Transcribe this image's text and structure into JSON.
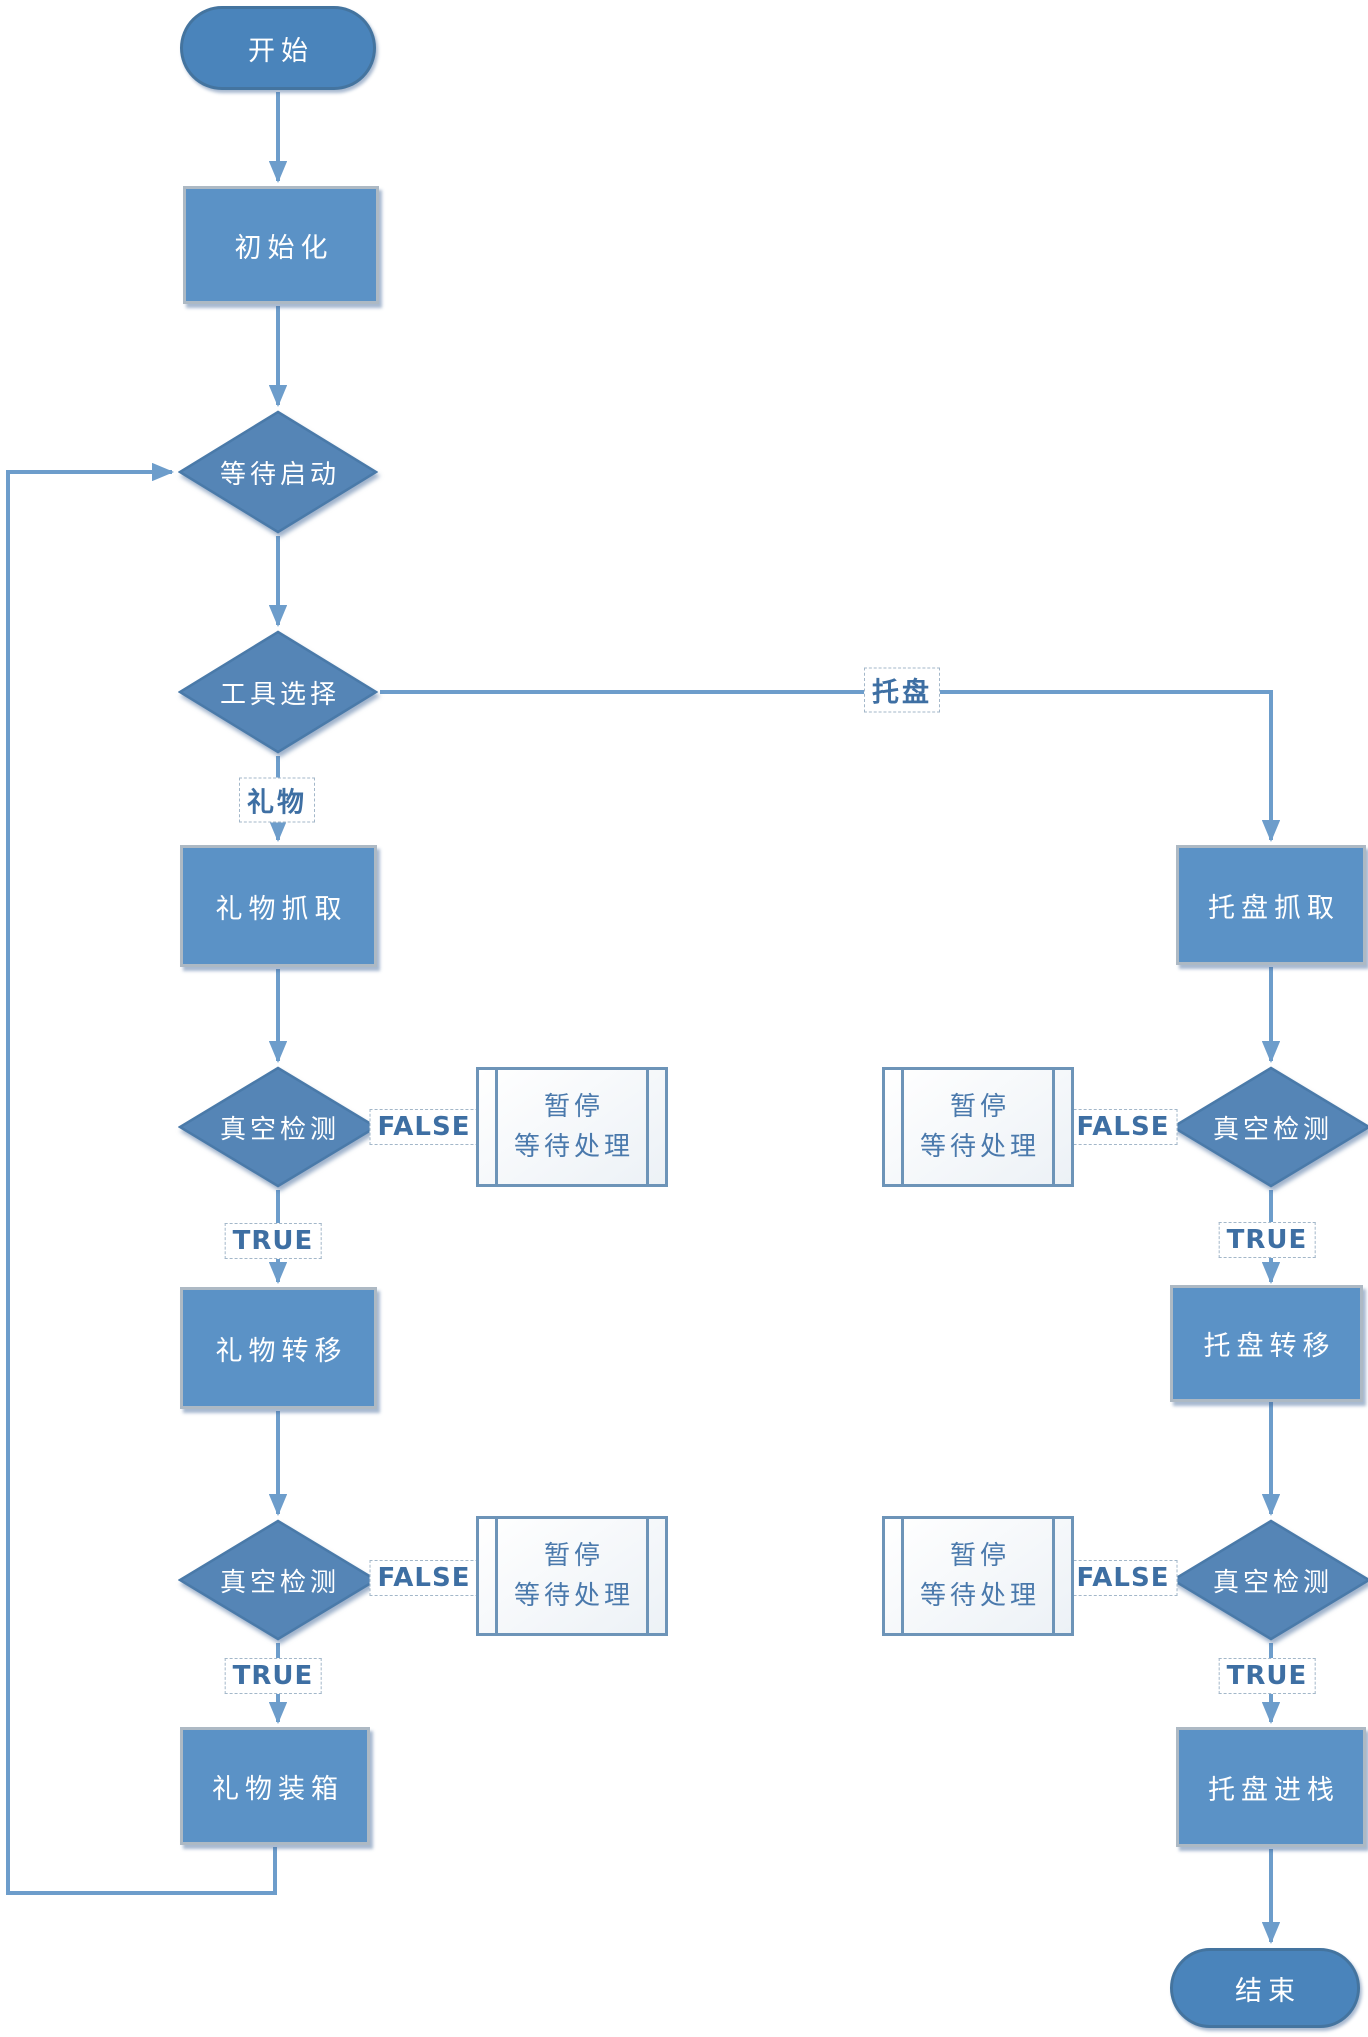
{
  "diagram_type": "flowchart",
  "nodes": {
    "start": {
      "label": "开始",
      "shape": "terminator"
    },
    "init": {
      "label": "初始化",
      "shape": "process"
    },
    "wait_start": {
      "label": "等待启动",
      "shape": "decision"
    },
    "tool_select": {
      "label": "工具选择",
      "shape": "decision"
    },
    "gift_grab": {
      "label": "礼物抓取",
      "shape": "process"
    },
    "gift_transfer": {
      "label": "礼物转移",
      "shape": "process"
    },
    "gift_packing": {
      "label": "礼物装箱",
      "shape": "process"
    },
    "tray_grab": {
      "label": "托盘抓取",
      "shape": "process"
    },
    "tray_transfer": {
      "label": "托盘转移",
      "shape": "process"
    },
    "tray_stack": {
      "label": "托盘进栈",
      "shape": "process"
    },
    "vacuum_check": {
      "label": "真空检测",
      "shape": "decision"
    },
    "pause": {
      "line1": "暂停",
      "line2": "等待处理",
      "shape": "predefined-process"
    },
    "end": {
      "label": "结束",
      "shape": "terminator"
    }
  },
  "edge_labels": {
    "gift_branch": "礼物",
    "tray_branch": "托盘",
    "true_label": "TRUE",
    "false_label": "FALSE"
  },
  "colors": {
    "process_fill": "#5B92C6",
    "decision_fill": "#5585B6",
    "terminator_fill": "#4A84BB",
    "shape_border_silver": "#ADB9C4",
    "terminator_border": "#44749F",
    "pause_border": "#6D94B8",
    "pause_text": "#4A79AC",
    "connector": "#6D9DCB",
    "edge_label_text": "#3E6FA3",
    "shape_text": "#FFFFFF",
    "background": "#FFFFFF"
  }
}
